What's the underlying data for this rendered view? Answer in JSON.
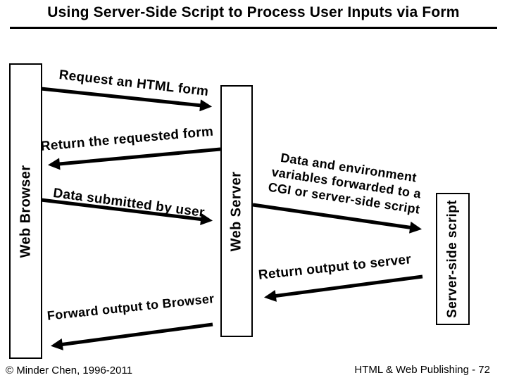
{
  "title": "Using Server-Side Script to Process User Inputs via Form",
  "diagram": {
    "nodes": {
      "web_browser": "Web Browser",
      "web_server": "Web Server",
      "server_side_script": "Server-side script"
    },
    "arrows": [
      {
        "label": "Request an HTML form",
        "from": "web_browser",
        "to": "web_server",
        "direction": "right"
      },
      {
        "label": "Return the requested form",
        "from": "web_server",
        "to": "web_browser",
        "direction": "left"
      },
      {
        "label": "Data submitted by user",
        "from": "web_browser",
        "to": "web_server",
        "direction": "right"
      },
      {
        "label_lines": [
          "Data and environment",
          "variables forwarded to a",
          "CGI or server-side script"
        ],
        "from": "web_server",
        "to": "server_side_script",
        "direction": "right"
      },
      {
        "label": "Return output to server",
        "from": "server_side_script",
        "to": "web_server",
        "direction": "left"
      },
      {
        "label": "Forward output to Browser",
        "from": "web_server",
        "to": "web_browser",
        "direction": "left"
      }
    ]
  },
  "footer": {
    "left": "© Minder Chen, 1996-2011",
    "right": "HTML & Web Publishing - 72"
  },
  "colors": {
    "ink": "#000000",
    "background": "#ffffff"
  }
}
